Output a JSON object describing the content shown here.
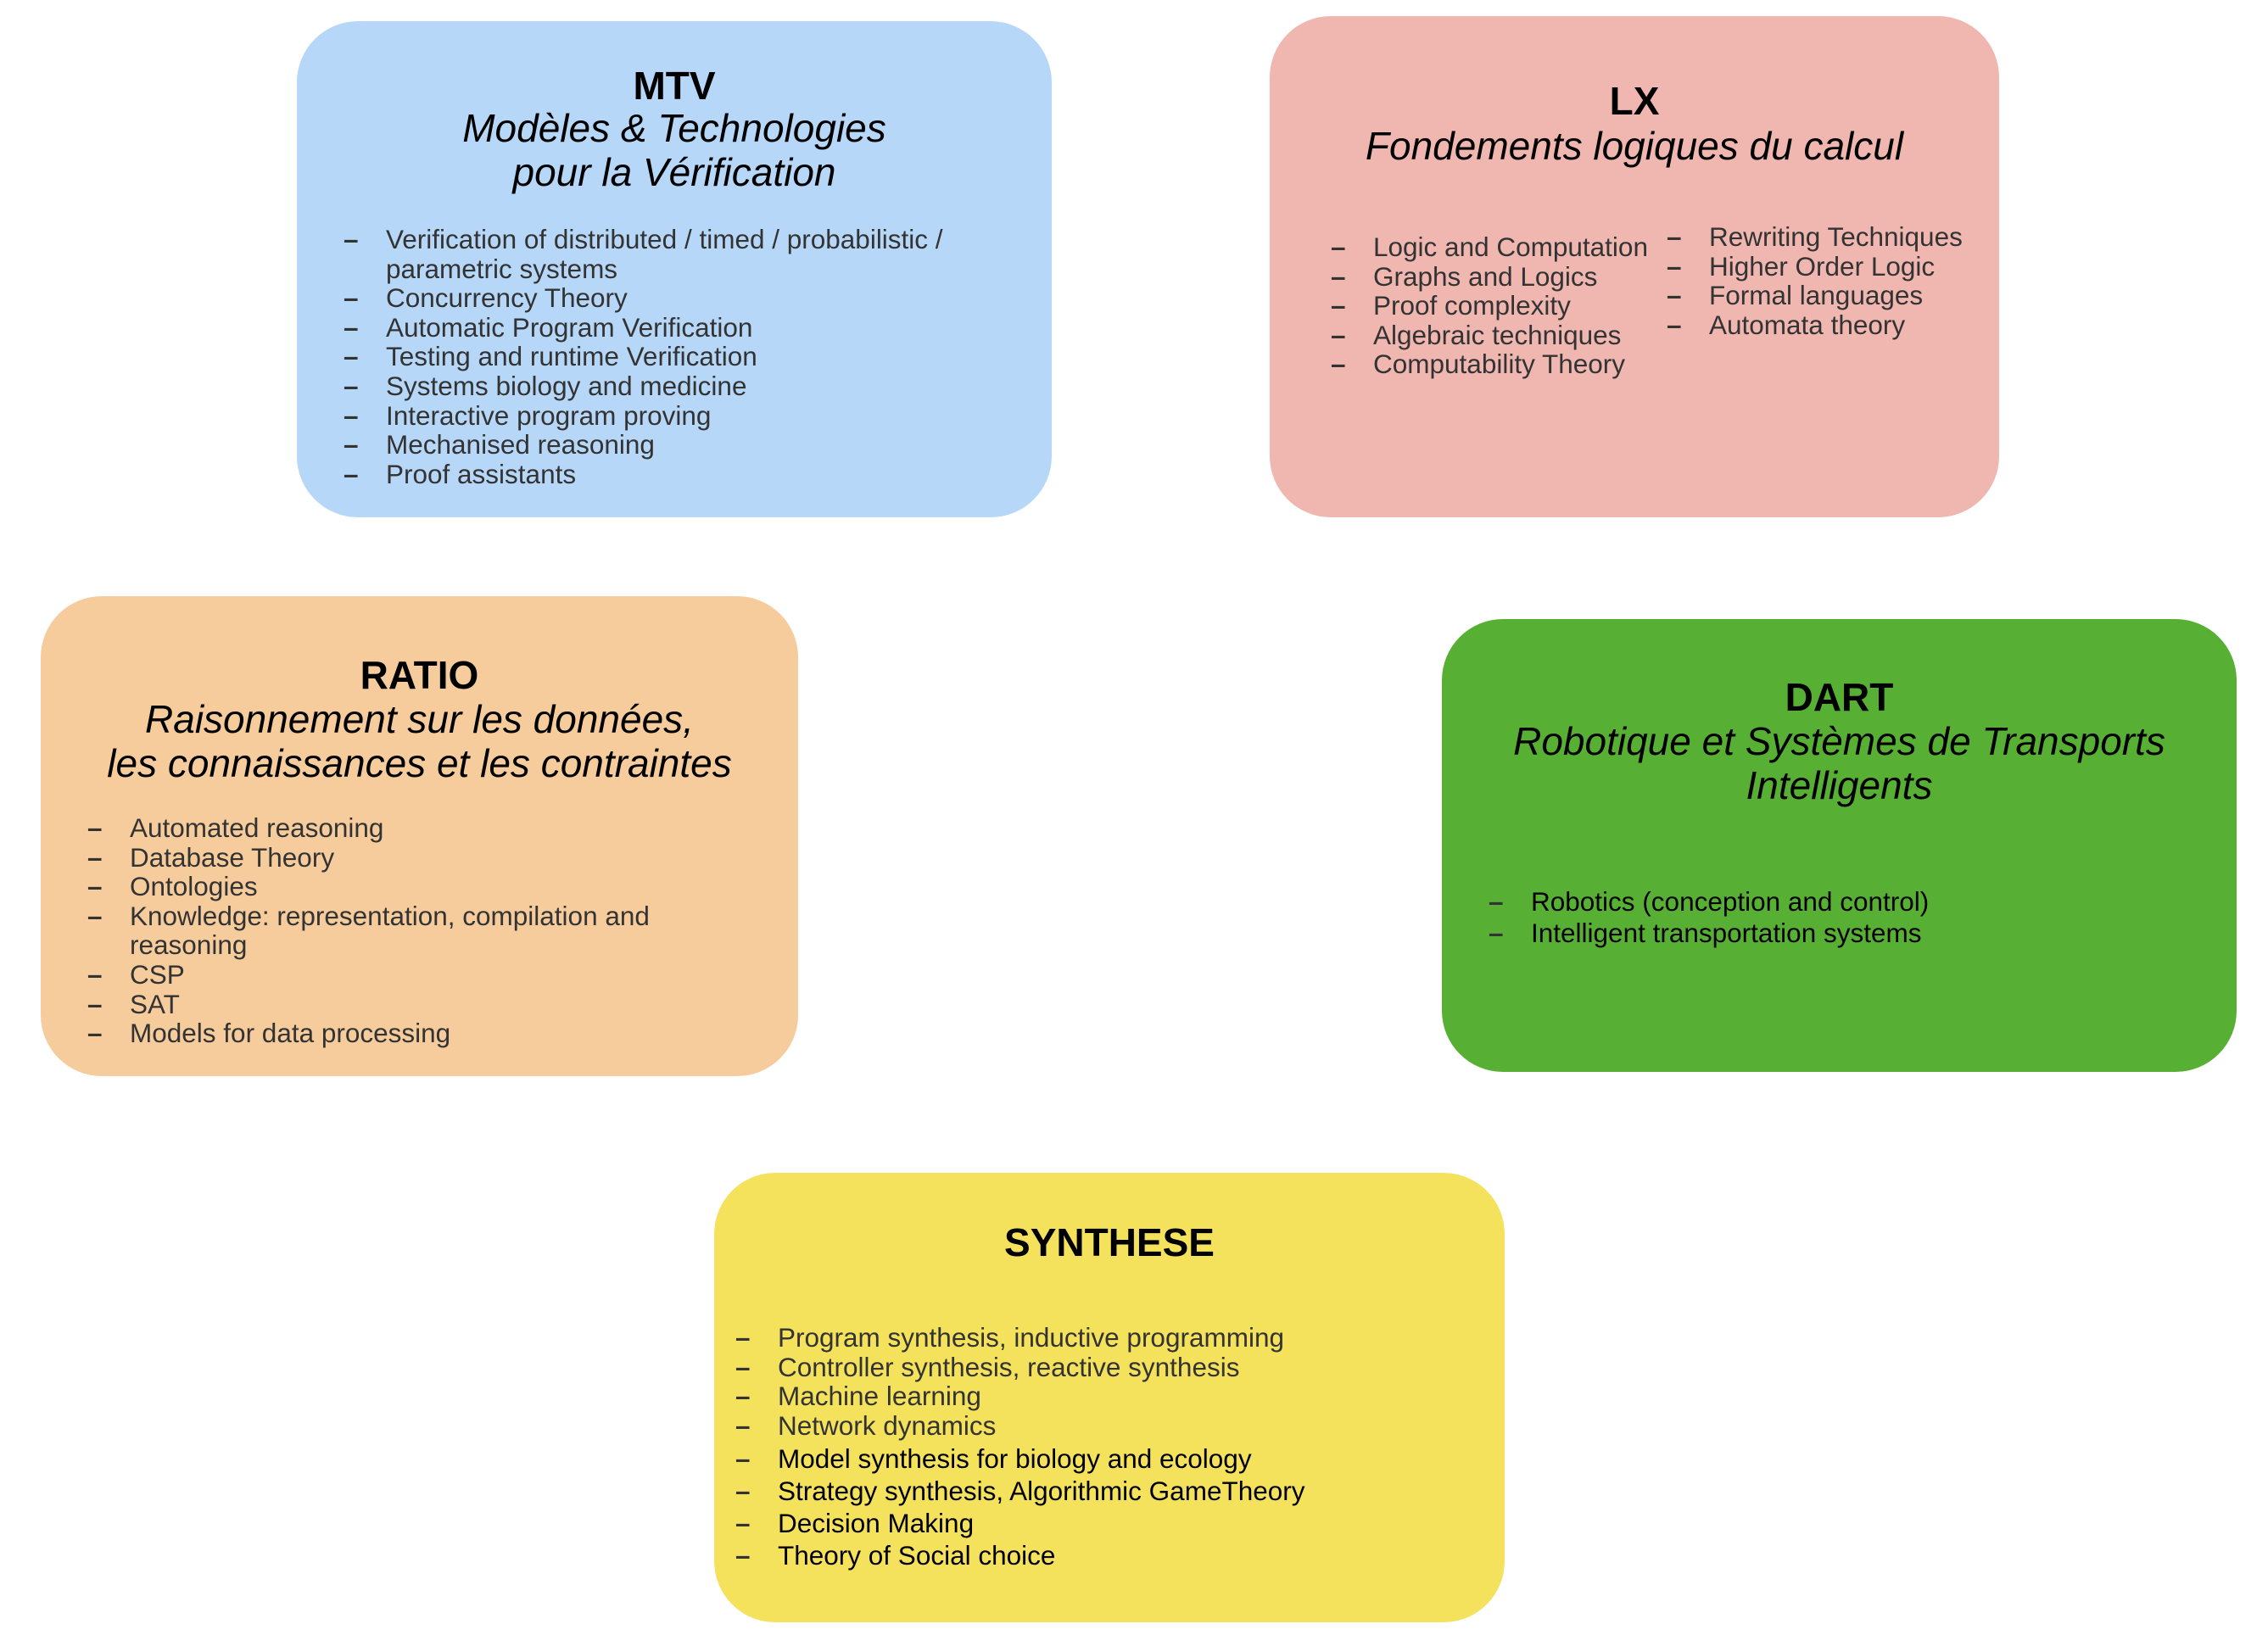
{
  "mtv": {
    "title": "MTV",
    "subtitle_line1": "Modèles & Technologies",
    "subtitle_line2": "pour la Vérification",
    "topics": [
      "Verification of distributed / timed / probabilistic / parametric systems",
      "Concurrency Theory",
      "Automatic Program Verification",
      "Testing and runtime Verification",
      "Systems biology and medicine",
      "Interactive program proving",
      "Mechanised reasoning",
      "Proof assistants"
    ]
  },
  "lx": {
    "title": "LX",
    "subtitle": "Fondements logiques du calcul",
    "topics_col1": [
      "Logic and Computation",
      "Graphs and Logics",
      "Proof complexity",
      "Algebraic techniques",
      "Computability Theory"
    ],
    "topics_col2": [
      "Rewriting Techniques",
      "Higher Order Logic",
      "Formal languages",
      "Automata theory"
    ]
  },
  "ratio": {
    "title": "RATIO",
    "subtitle_line1": "Raisonnement sur les données,",
    "subtitle_line2": "les connaissances et les contraintes",
    "topics": [
      "Automated reasoning",
      "Database Theory",
      "Ontologies",
      "Knowledge: representation, compilation and reasoning",
      "CSP",
      "SAT",
      "Models for data processing"
    ]
  },
  "dart": {
    "title": "DART",
    "subtitle_line1": "Robotique et Systèmes de Transports",
    "subtitle_line2": "Intelligents",
    "topics": [
      "Robotics (conception and control)",
      "Intelligent transportation systems"
    ]
  },
  "synthese": {
    "title": "SYNTHESE",
    "topics": [
      "Program synthesis, inductive programming",
      "Controller synthesis, reactive synthesis",
      "Machine learning",
      "Network dynamics"
    ],
    "topics_dark": [
      "Model synthesis for biology and ecology",
      "Strategy synthesis, Algorithmic GameTheory",
      "Decision Making",
      "Theory of Social choice"
    ]
  },
  "colors": {
    "mtv": "#b6d7f8",
    "lx": "#f0b6b0",
    "ratio": "#f6cc9c",
    "dart": "#57b033",
    "synthese": "#f5e25c"
  }
}
